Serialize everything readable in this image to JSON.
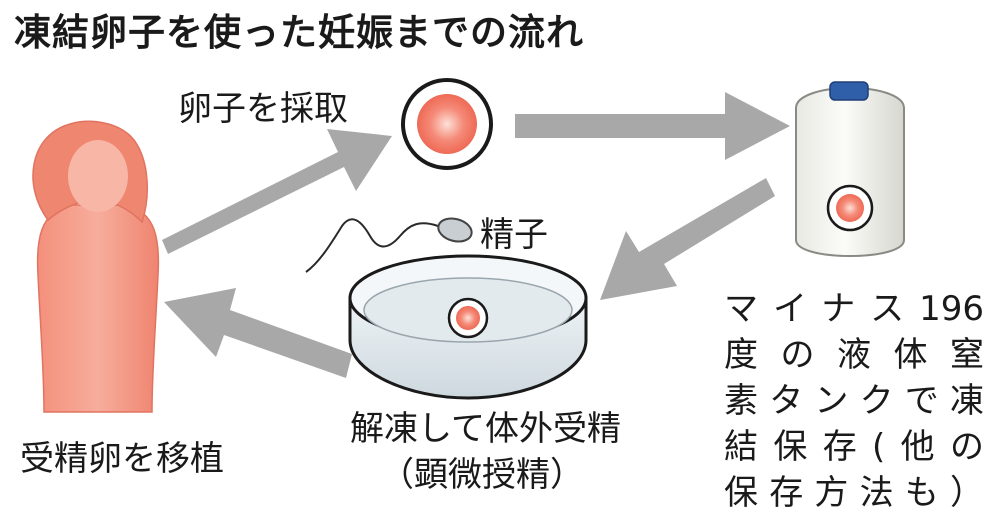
{
  "title": "凍結卵子を使った妊娠までの流れ",
  "steps": {
    "egg_retrieval": "卵子を採取",
    "sperm": "精子",
    "thaw_fertilize": "解凍して体外受精",
    "microinsemination": "（顕微授精）",
    "embryo_transfer": "受精卵を移植",
    "storage_lines": [
      "マイナス196",
      "度の液体窒",
      "素タンクで凍",
      "結保存(他の",
      "保存方法も）"
    ]
  },
  "colors": {
    "arrow": "#a8a8a8",
    "woman": "#f08a78",
    "egg": "#f0705e",
    "tank_cap": "#2f5fa8",
    "dish": "#dfe7ec",
    "text": "#1a1a1a"
  },
  "icons": [
    "woman-icon",
    "egg-icon",
    "sperm-icon",
    "petri-dish-icon",
    "nitrogen-tank-icon"
  ]
}
